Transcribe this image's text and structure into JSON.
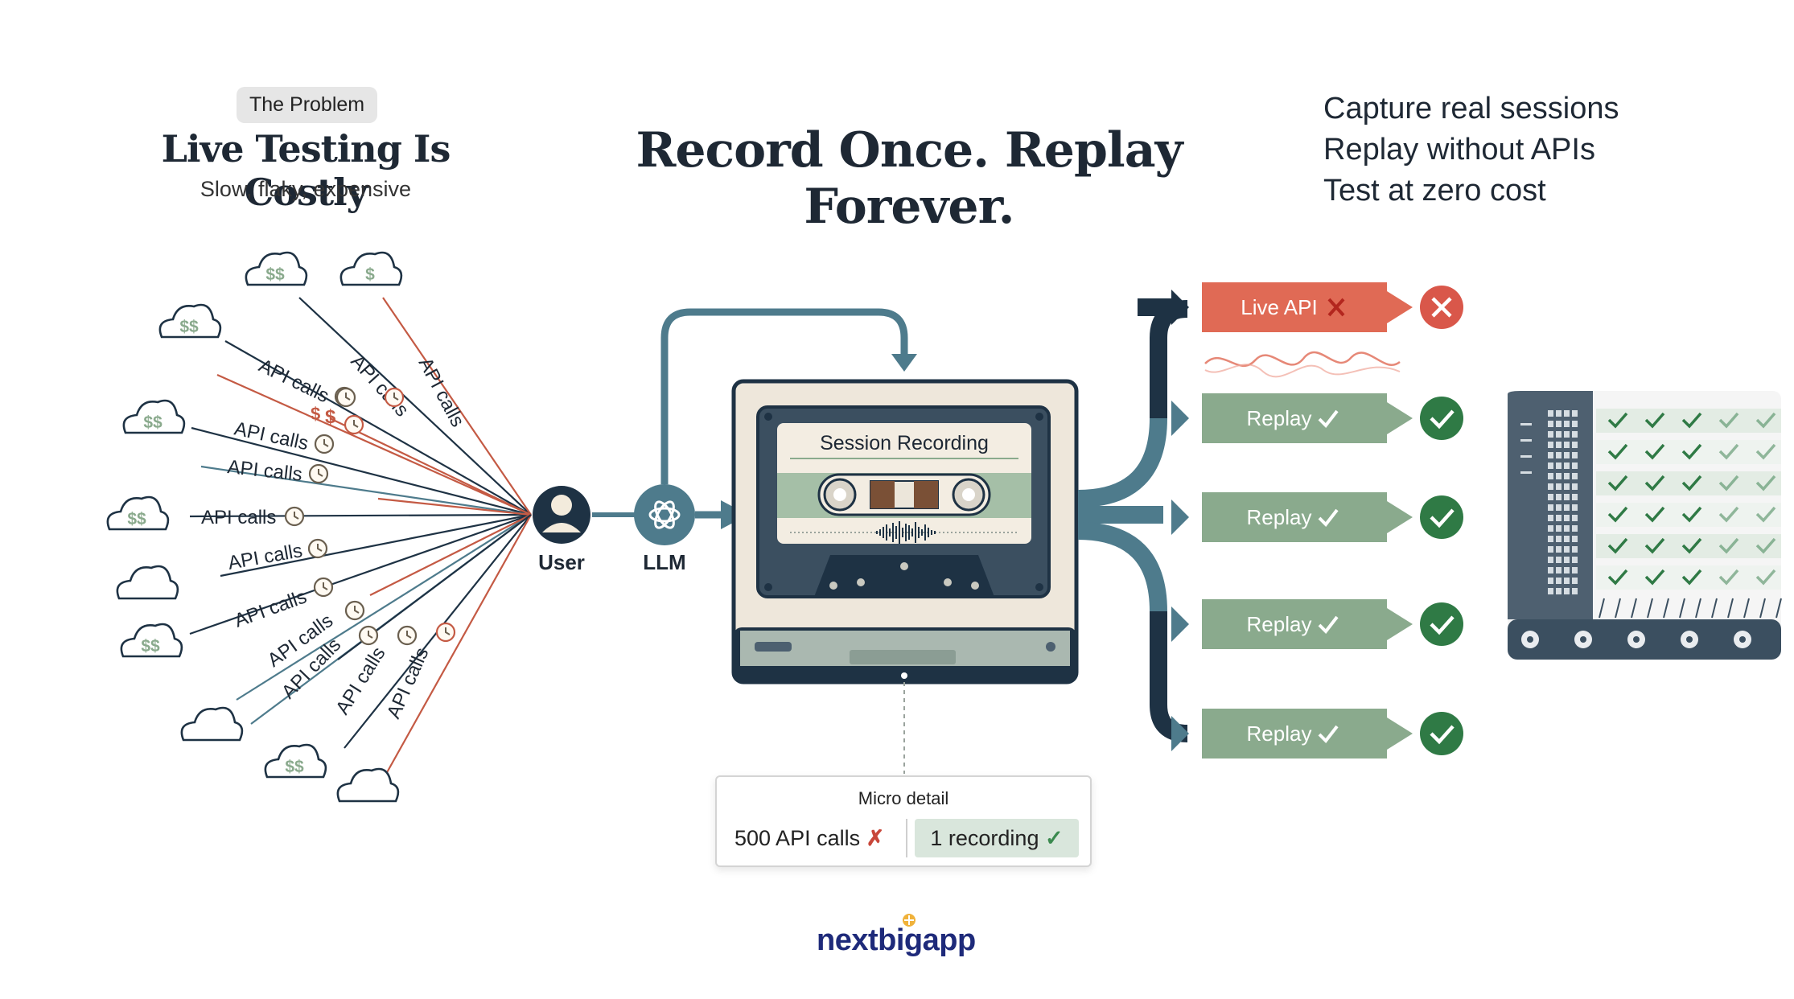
{
  "problem": {
    "tag": "The Problem",
    "title": "Live Testing Is Costly",
    "subtitle": "Slow, flaky, expensive"
  },
  "headline": "Record Once. Replay Forever.",
  "bullets": [
    "Capture real sessions",
    "Replay without APIs",
    "Test at zero cost"
  ],
  "left_cluster": {
    "api_label": "API calls",
    "cloud_labels": [
      "$$",
      "$",
      "$$",
      "$$",
      "$$",
      "",
      "$$",
      "",
      "$$",
      ""
    ]
  },
  "flow": {
    "user_label": "User",
    "llm_label": "LLM",
    "cassette_label": "Session Recording"
  },
  "outputs": {
    "live": {
      "label": "Live API",
      "status": "fail"
    },
    "replays": [
      {
        "label": "Replay",
        "status": "pass"
      },
      {
        "label": "Replay",
        "status": "pass"
      },
      {
        "label": "Replay",
        "status": "pass"
      },
      {
        "label": "Replay",
        "status": "pass"
      }
    ]
  },
  "micro_detail": {
    "title": "Micro detail",
    "left": "500 API calls",
    "right": "1 recording"
  },
  "logo": {
    "part1": "next",
    "part2": "big",
    "part3": "app"
  },
  "colors": {
    "navy": "#1e3244",
    "teal": "#4e7b8c",
    "sage": "#8aaa8d",
    "coral": "#e06a55",
    "green": "#2f7a45",
    "red_icon": "#d9574a"
  }
}
